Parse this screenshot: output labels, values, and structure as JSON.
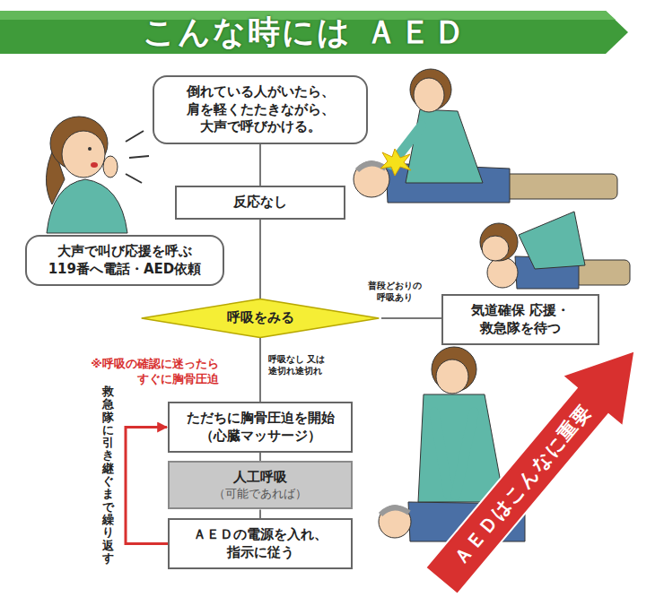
{
  "diagram": {
    "title": "こんな時には ＡＥＤ",
    "nodes": [
      {
        "text": [
          "倒れている人がいたら、 肩を軽くたたきながら、 大声で呼びかける。"
        ]
      },
      {
        "text": [
          "反応なし"
        ]
      },
      {
        "text": [
          "大声で叫び応援を呼ぶ 119番へ電話・AED依頼"
        ]
      },
      {
        "text": [
          "呼吸をみる"
        ]
      },
      {
        "text": [
          "気道確保 応援・救急隊を待つ"
        ]
      },
      {
        "text": [
          "ただちに胸骨圧迫を開始 （心臓マッサージ）"
        ]
      },
      {
        "text": [
          "人工呼吸",
          "（可能であれば）"
        ]
      },
      {
        "text": [
          "ＡＥＤの電源を入れ、 指示に従う"
        ]
      }
    ],
    "edges": [
      {
        "from": 0,
        "to": 1,
        "arrow": "none"
      },
      {
        "from": 1,
        "to": 3,
        "arrow": "none"
      },
      {
        "from": 3,
        "to": 4,
        "label": "普段どおりの 呼吸あり",
        "arrow": "none"
      },
      {
        "from": 3,
        "to": 5,
        "label": "呼吸なし 又は 途切れ途切れ",
        "arrow": "none"
      },
      {
        "from": 5,
        "to": 6,
        "arrow": "none"
      },
      {
        "from": 6,
        "to": 7,
        "arrow": "none"
      },
      {
        "from": 7,
        "to": 5,
        "arrow": "to"
      }
    ],
    "labels": [
      "※呼吸の確認に迷ったら すぐに胸骨圧迫",
      "救急隊に引き継ぐまで繰り返す",
      "ＡＥＤはこんなに重要"
    ]
  }
}
